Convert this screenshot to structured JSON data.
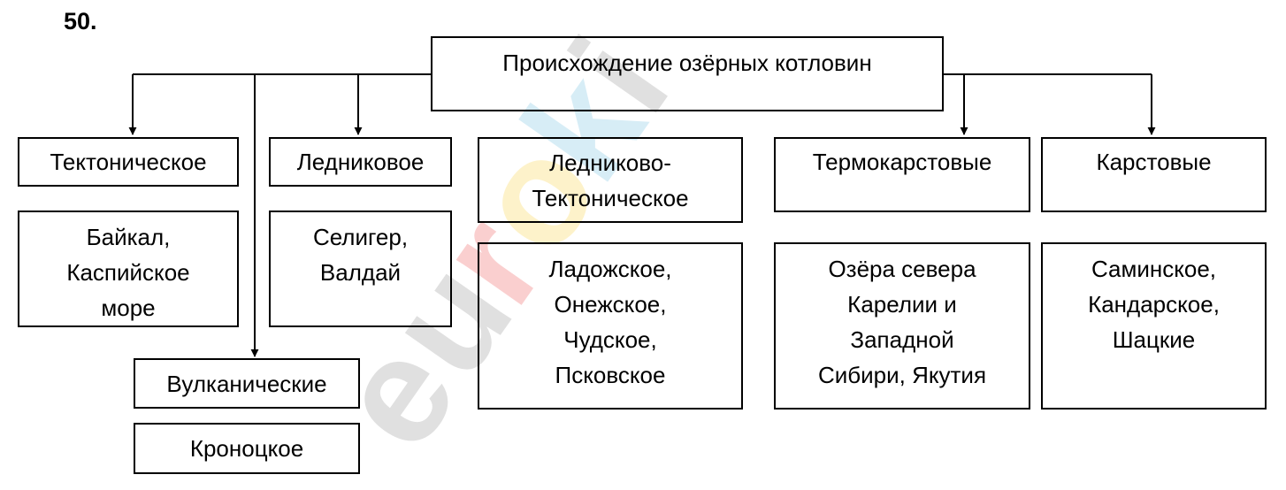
{
  "task_number": "50.",
  "watermark": "euroki",
  "root": {
    "title": "Происхождение озёрных котловин"
  },
  "categories": {
    "tectonic": {
      "title": "Тектоническое",
      "examples": [
        "Байкал,",
        "Каспийское",
        "море"
      ]
    },
    "glacial": {
      "title": "Ледниковое",
      "examples": [
        "Селигер,",
        "Валдай"
      ]
    },
    "volcanic": {
      "title": "Вулканические",
      "examples": [
        "Кроноцкое"
      ]
    },
    "glacial_tectonic": {
      "title": [
        "Ледниково-",
        "Тектоническое"
      ],
      "examples": [
        "Ладожское,",
        "Онежское,",
        "Чудское,",
        "Псковское"
      ]
    },
    "thermokarst": {
      "title": "Термокарстовые",
      "examples": [
        "Озёра севера",
        "Карелии и",
        "Западной",
        "Сибири, Якутия"
      ]
    },
    "karst": {
      "title": "Карстовые",
      "examples": [
        "Саминское,",
        "Кандарское,",
        "Шацкие"
      ]
    }
  },
  "colors": {
    "line": "#000000",
    "watermark_letters": [
      "#c8c8c8",
      "#f7a8a8",
      "#fde9a0",
      "#b8dff0",
      "#a8dff2",
      "#c8c8c8"
    ]
  }
}
